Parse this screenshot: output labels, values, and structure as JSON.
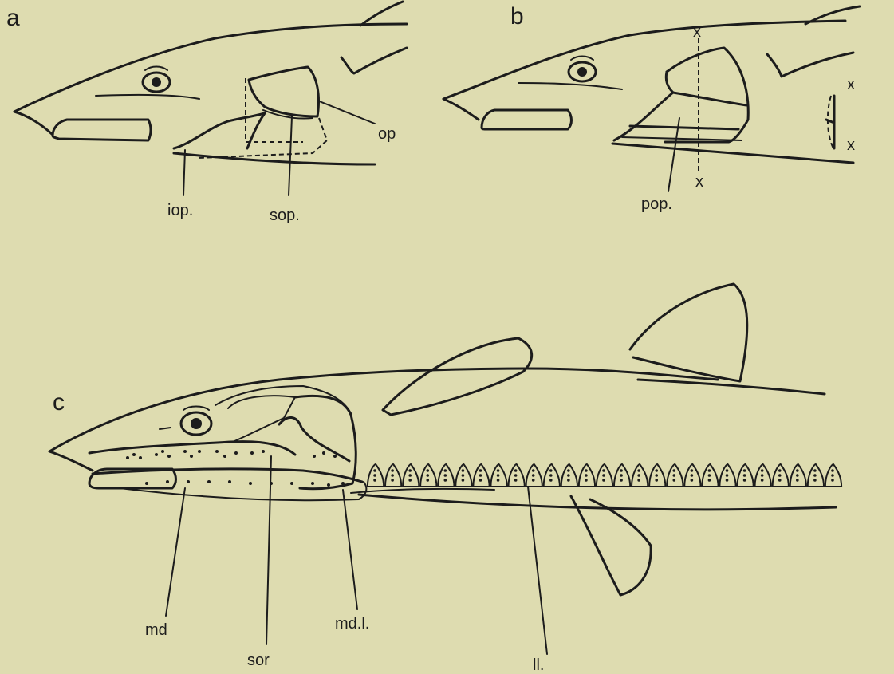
{
  "panels": {
    "a": {
      "letter": "a",
      "labels": {
        "iop": "iop.",
        "sop": "sop.",
        "op": "op"
      }
    },
    "b": {
      "letter": "b",
      "labels": {
        "pop": "pop.",
        "x_top": "x",
        "x_bottom": "x",
        "x_right_top": "x",
        "x_right_bottom": "x"
      }
    },
    "c": {
      "letter": "c",
      "labels": {
        "md": "md",
        "sor": "sor",
        "mdl": "md.l.",
        "ll": "ll."
      }
    }
  },
  "scales": {
    "count": 27
  }
}
